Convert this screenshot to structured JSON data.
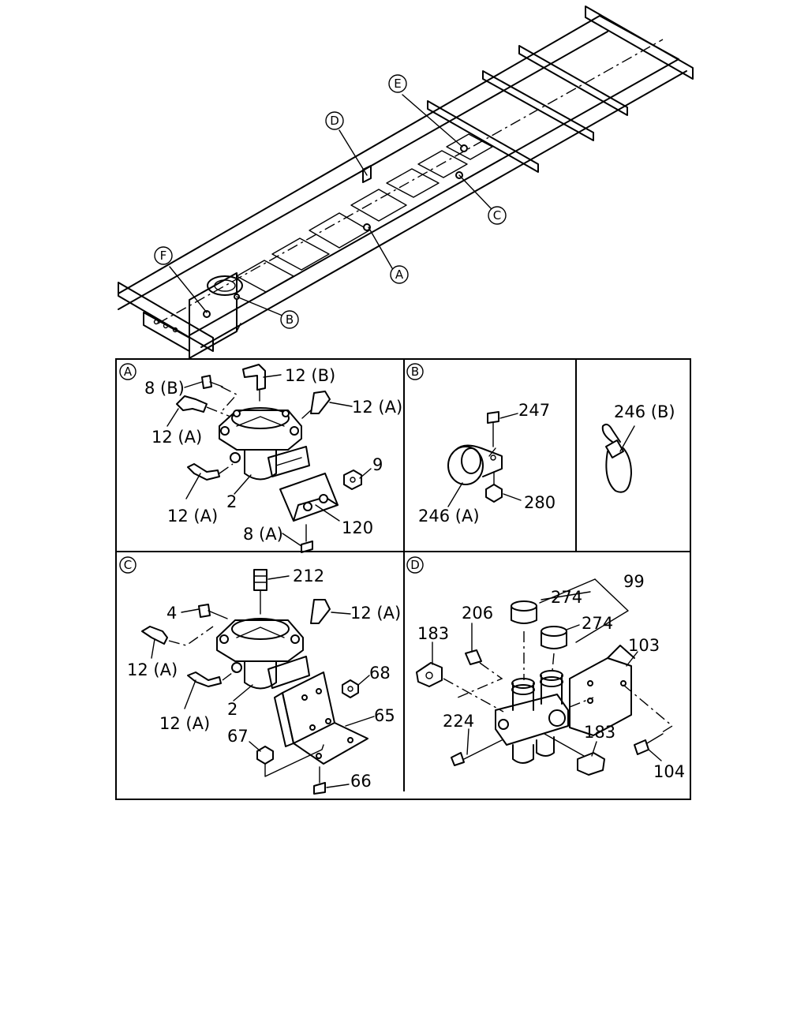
{
  "callouts": {
    "A": "A",
    "B": "B",
    "C": "C",
    "D": "D",
    "E": "E",
    "F": "F"
  },
  "panels": {
    "A": {
      "tag": "A",
      "labels": [
        "12 (B)",
        "8 (B)",
        "12 (A)",
        "12 (A)",
        "12 (A)",
        "9",
        "2",
        "120",
        "8 (A)"
      ]
    },
    "B": {
      "tag": "B",
      "labels": [
        "247",
        "246 (A)",
        "280"
      ]
    },
    "B2": {
      "labels": [
        "246 (B)"
      ]
    },
    "C": {
      "tag": "C",
      "labels": [
        "212",
        "4",
        "12 (A)",
        "12 (A)",
        "12 (A)",
        "68",
        "2",
        "65",
        "67",
        "66"
      ]
    },
    "D": {
      "tag": "D",
      "labels": [
        "99",
        "274",
        "274",
        "206",
        "183",
        "103",
        "224",
        "183",
        "104"
      ]
    }
  }
}
